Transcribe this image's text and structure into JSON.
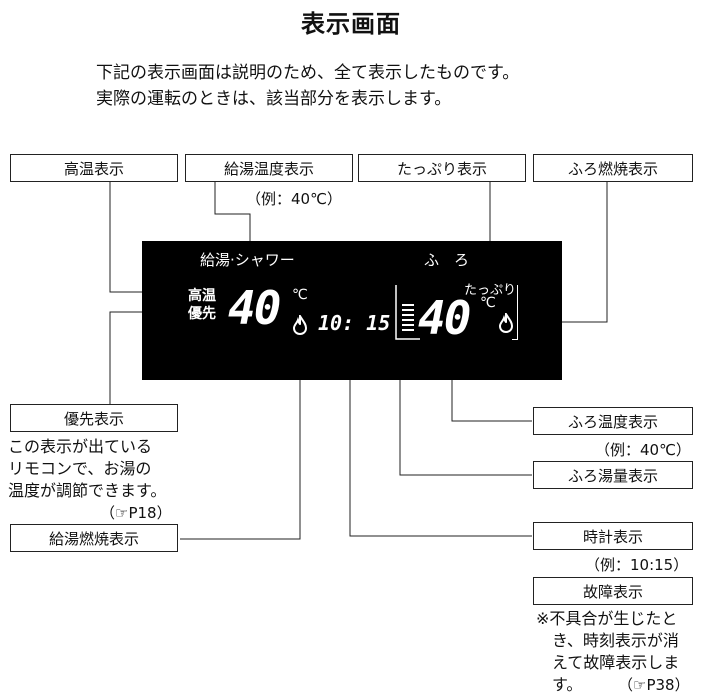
{
  "page": {
    "title": "表示画面",
    "intro": [
      "下記の表示画面は説明のため、全て表示したものです。",
      "実際の運転のときは、該当部分を表示します。"
    ]
  },
  "callouts": {
    "high_temp": {
      "label": "高温表示"
    },
    "supply_temp": {
      "label": "給湯温度表示",
      "example": "（例：40℃）"
    },
    "plenty": {
      "label": "たっぷり表示"
    },
    "bath_burn": {
      "label": "ふろ燃焼表示"
    },
    "priority": {
      "label": "優先表示",
      "desc": [
        "この表示が出ている",
        "リモコンで、お湯の",
        "温度が調節できます。"
      ],
      "ref": "（☞P18）"
    },
    "supply_burn": {
      "label": "給湯燃焼表示"
    },
    "bath_temp": {
      "label": "ふろ温度表示",
      "example": "（例：40℃）"
    },
    "bath_volume": {
      "label": "ふろ湯量表示"
    },
    "clock": {
      "label": "時計表示",
      "example": "（例：10:15）"
    },
    "fault": {
      "label": "故障表示",
      "desc": [
        "※不具合が生じたと",
        "き、時刻表示が消",
        "えて故障表示しま",
        "す。"
      ],
      "ref": "（☞P38）"
    }
  },
  "display": {
    "supply_label": "給湯·シャワー",
    "bath_label": "ふ　ろ",
    "high_temp": "高温",
    "priority": "優先",
    "supply_temp": "40",
    "bath_temp": "40",
    "unit": "℃",
    "clock": "10: 15",
    "plenty": "たっぷり",
    "flame_icon": "flame-icon",
    "level_icon": "water-level-icon"
  }
}
